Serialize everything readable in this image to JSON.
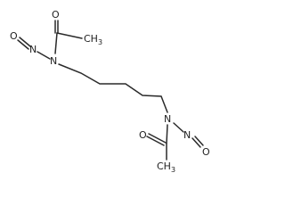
{
  "molecule": {
    "atoms": {
      "o1": "O",
      "c1": "CH",
      "c1_sub": "3",
      "o2": "O",
      "n1": "N",
      "n2": "N",
      "o3": "O",
      "n3": "N",
      "n4": "N",
      "o4": "O",
      "c2": "CH",
      "c2_sub": "3"
    }
  }
}
